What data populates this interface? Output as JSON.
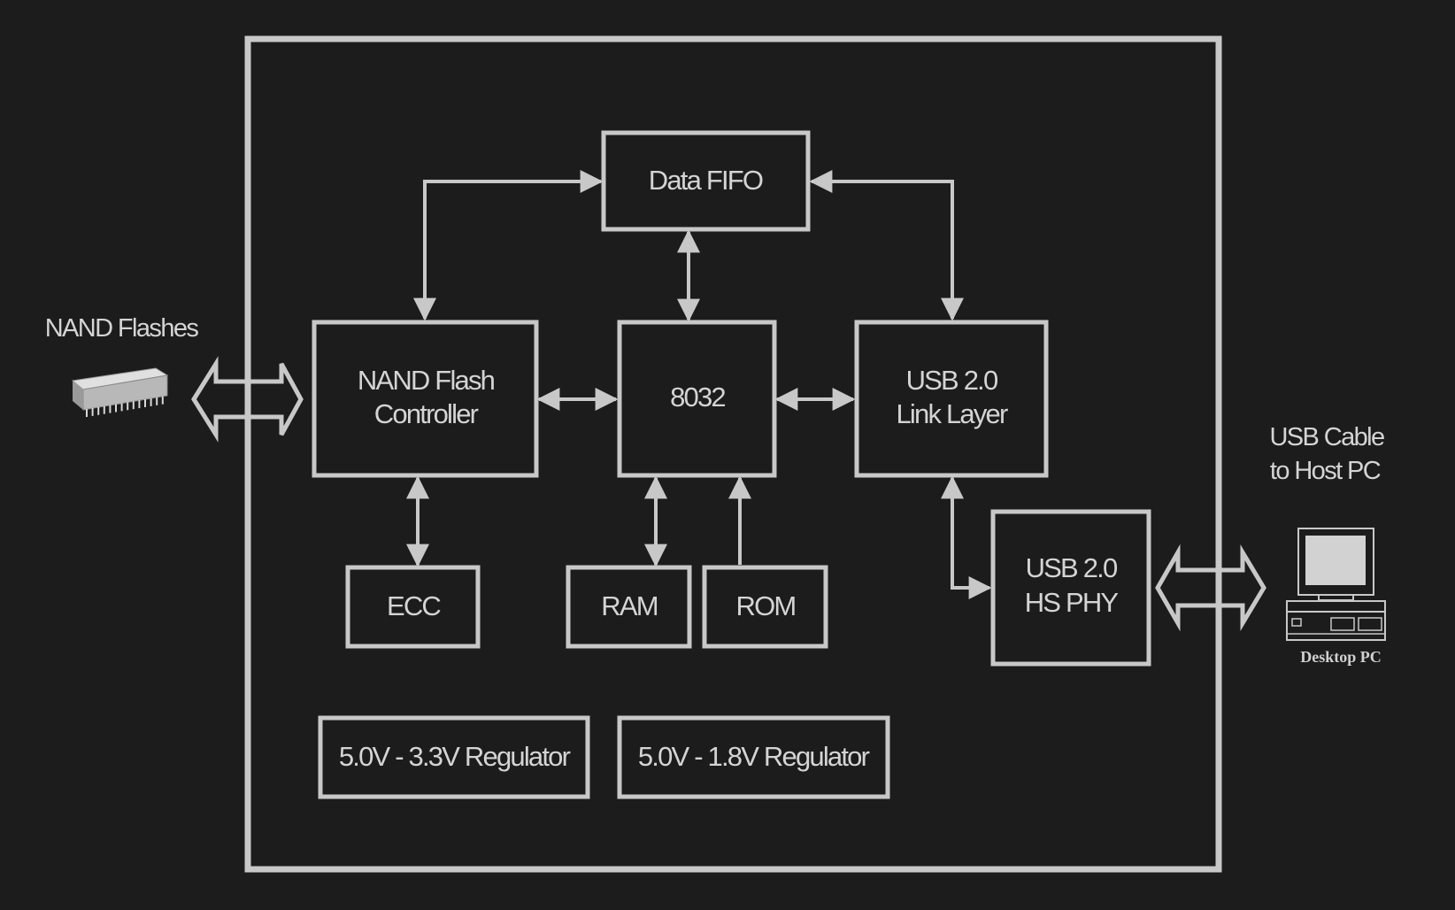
{
  "blocks": {
    "data_fifo": "Data FIFO",
    "nand_ctrl_line1": "NAND Flash",
    "nand_ctrl_line2": "Controller",
    "cpu": "8032",
    "usb_link_line1": "USB 2.0",
    "usb_link_line2": "Link Layer",
    "ecc": "ECC",
    "ram": "RAM",
    "rom": "ROM",
    "usb_phy_line1": "USB 2.0",
    "usb_phy_line2": "HS PHY",
    "reg_33": "5.0V - 3.3V Regulator",
    "reg_18": "5.0V - 1.8V Regulator"
  },
  "external": {
    "nand_flashes": "NAND Flashes",
    "usb_cable_line1": "USB Cable",
    "usb_cable_line2": "to Host PC",
    "desktop_pc": "Desktop PC"
  },
  "colors": {
    "background": "#1c1c1c",
    "stroke": "#c8c8c8",
    "text": "#d4d4d4"
  }
}
